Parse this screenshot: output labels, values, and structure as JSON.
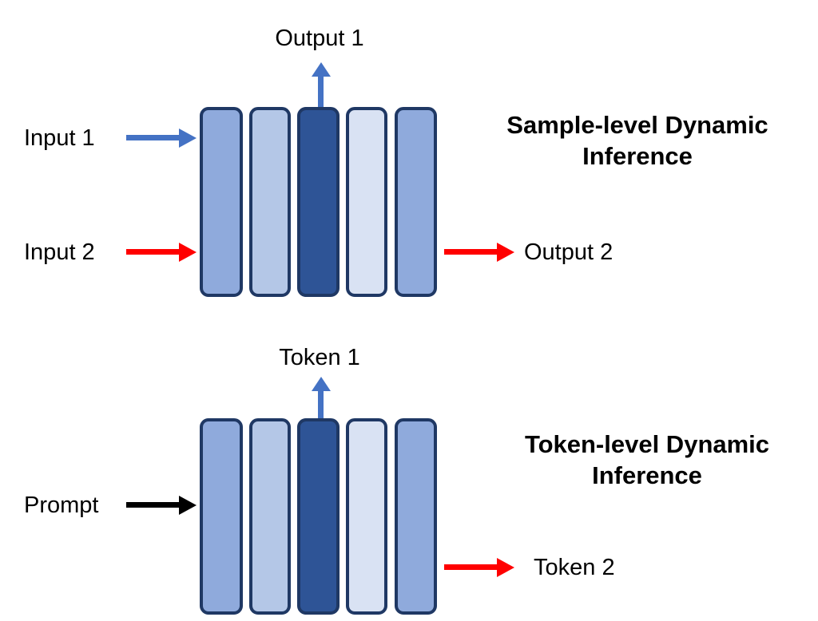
{
  "figure": {
    "background_color": "#FFFFFF",
    "bar_border_color": "#1F3864",
    "arrow_colors": {
      "blue": "#4472C4",
      "red": "#FF0000",
      "black": "#000000"
    },
    "bar_palette": [
      "#8FAADC",
      "#B4C7E7",
      "#2E5496",
      "#D9E2F3",
      "#8FAADC"
    ]
  },
  "panels": [
    {
      "id": "sample-level",
      "heading_line1": "Sample-level Dynamic",
      "heading_line2": "Inference",
      "top_output_label": "Output 1",
      "top_output_arrow_color": "#4472C4",
      "left_inputs": [
        {
          "label": "Input 1",
          "arrow_color": "#4472C4"
        },
        {
          "label": "Input 2",
          "arrow_color": "#FF0000"
        }
      ],
      "right_output": {
        "label": "Output 2",
        "arrow_color": "#FF0000"
      },
      "bars": [
        {
          "index": 1,
          "fill": "#8FAADC"
        },
        {
          "index": 2,
          "fill": "#B4C7E7"
        },
        {
          "index": 3,
          "fill": "#2E5496"
        },
        {
          "index": 4,
          "fill": "#D9E2F3"
        },
        {
          "index": 5,
          "fill": "#8FAADC"
        }
      ]
    },
    {
      "id": "token-level",
      "heading_line1": "Token-level Dynamic",
      "heading_line2": "Inference",
      "top_output_label": "Token 1",
      "top_output_arrow_color": "#4472C4",
      "left_inputs": [
        {
          "label": "Prompt",
          "arrow_color": "#000000"
        }
      ],
      "right_output": {
        "label": "Token 2",
        "arrow_color": "#FF0000"
      },
      "bars": [
        {
          "index": 1,
          "fill": "#8FAADC"
        },
        {
          "index": 2,
          "fill": "#B4C7E7"
        },
        {
          "index": 3,
          "fill": "#2E5496"
        },
        {
          "index": 4,
          "fill": "#D9E2F3"
        },
        {
          "index": 5,
          "fill": "#8FAADC"
        }
      ]
    }
  ]
}
